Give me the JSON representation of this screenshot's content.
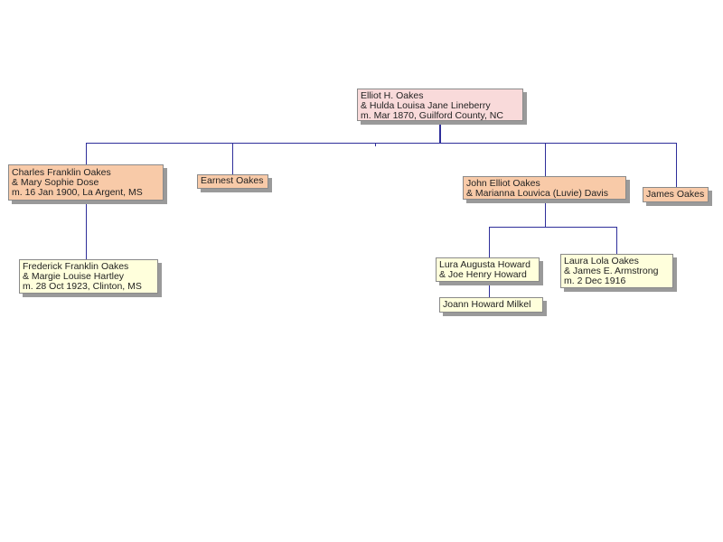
{
  "root": {
    "lines": [
      "Elliot H. Oakes",
      "& Hulda Louisa Jane Lineberry",
      "m. Mar 1870, Guilford County, NC"
    ]
  },
  "children": [
    {
      "lines": [
        "Charles Franklin Oakes",
        "& Mary Sophie Dose",
        "m. 16 Jan 1900, La Argent, MS"
      ]
    },
    {
      "lines": [
        "Earnest Oakes"
      ]
    },
    {
      "lines": [
        "John Elliot Oakes",
        "& Marianna Louvica (Luvie) Davis"
      ]
    },
    {
      "lines": [
        "James Oakes"
      ]
    }
  ],
  "grandchildren": [
    {
      "lines": [
        "Frederick Franklin Oakes",
        "& Margie Louise Hartley",
        "m. 28 Oct 1923, Clinton, MS"
      ]
    },
    {
      "lines": [
        "Lura Augusta Howard",
        "& Joe Henry Howard"
      ]
    },
    {
      "lines": [
        "Laura Lola Oakes",
        "& James E. Armstrong",
        "m. 2 Dec 1916"
      ]
    }
  ],
  "great_grandchildren": [
    {
      "lines": [
        "Joann Howard Milkel"
      ]
    }
  ],
  "colors": {
    "root": "#f9dada",
    "child": "#f8caa8",
    "grandchild": "#ffffdc",
    "line": "#2e2e9a"
  }
}
